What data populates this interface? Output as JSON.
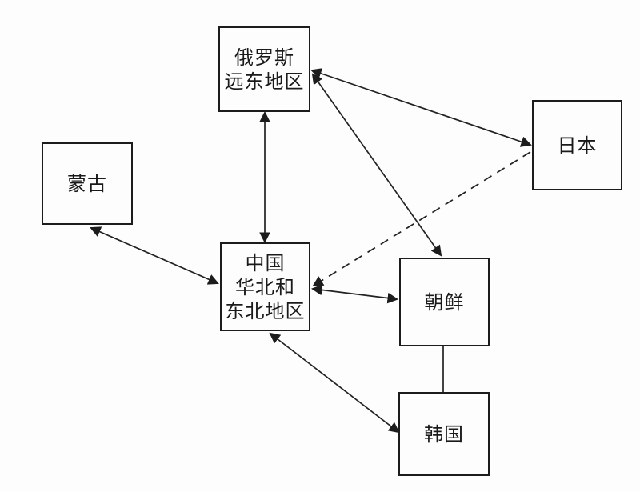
{
  "diagram": {
    "type": "relationship-diagram",
    "description": "Northeast Asia regions connection diagram",
    "colors": {
      "background": "#fdfdfd",
      "box_border": "#1c1c1c",
      "line": "#222222",
      "text": "#1a1a1a"
    },
    "nodes": {
      "russia": {
        "line1": "俄罗斯",
        "line2": "远东地区"
      },
      "mongolia": {
        "line1": "蒙古"
      },
      "japan": {
        "line1": "日本"
      },
      "china": {
        "line1": "中国",
        "line2": "华北和",
        "line3": "东北地区"
      },
      "nkorea": {
        "line1": "朝鲜"
      },
      "skorea": {
        "line1": "韩国"
      }
    },
    "edges": [
      {
        "from": "俄罗斯远东地区",
        "to": "中国华北和东北地区",
        "style": "solid",
        "arrows": "both"
      },
      {
        "from": "俄罗斯远东地区",
        "to": "日本",
        "style": "solid",
        "arrows": "both"
      },
      {
        "from": "俄罗斯远东地区",
        "to": "朝鲜",
        "style": "solid",
        "arrows": "both"
      },
      {
        "from": "蒙古",
        "to": "中国华北和东北地区",
        "style": "solid",
        "arrows": "both"
      },
      {
        "from": "中国华北和东北地区",
        "to": "朝鲜",
        "style": "solid",
        "arrows": "both"
      },
      {
        "from": "日本",
        "to": "中国华北和东北地区",
        "style": "dashed",
        "arrows": "end"
      },
      {
        "from": "中国华北和东北地区",
        "to": "韩国",
        "style": "solid",
        "arrows": "both"
      },
      {
        "from": "朝鲜",
        "to": "韩国",
        "style": "solid",
        "arrows": "none"
      }
    ]
  }
}
